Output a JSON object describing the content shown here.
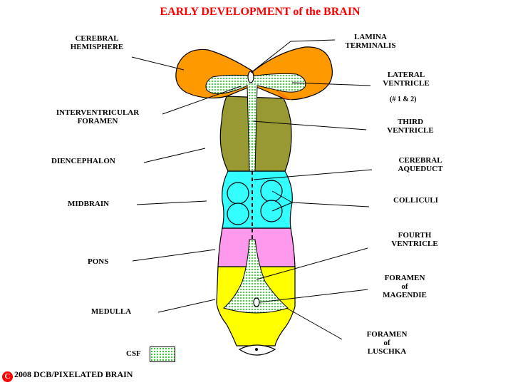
{
  "title": "EARLY DEVELOPMENT of the BRAIN",
  "labels": {
    "cerebral_hemisphere": "CEREBRAL\nHEMISPHERE",
    "lamina_terminalis": "LAMINA\nTERMINALIS",
    "lateral_ventricle": "LATERAL\nVENTRICLE",
    "lateral_ventricle_note": "(# 1 & 2)",
    "interventricular_foramen": "INTERVENTRICULAR\nFORAMEN",
    "third_ventricle": "THIRD\nVENTRICLE",
    "diencephalon": "DIENCEPHALON",
    "cerebral_aqueduct": "CEREBRAL\nAQUEDUCT",
    "midbrain": "MIDBRAIN",
    "colliculi": "COLLICULI",
    "fourth_ventricle": "FOURTH\nVENTRICLE",
    "pons": "PONS",
    "foramen_magendie": "FORAMEN\nof\nMAGENDIE",
    "medulla": "MEDULLA",
    "foramen_luschka": "FORAMEN\nof\nLUSCHKA",
    "csf": "CSF"
  },
  "copyright": {
    "symbol": "C",
    "text": "2008  DCB/PIXELATED BRAIN"
  },
  "colors": {
    "title": "#ff0000",
    "cerebral_hemisphere": "#ff9900",
    "diencephalon": "#999933",
    "midbrain": "#33ffff",
    "pons": "#ff99ee",
    "medulla": "#ffff00",
    "csf": "#33cc33"
  }
}
